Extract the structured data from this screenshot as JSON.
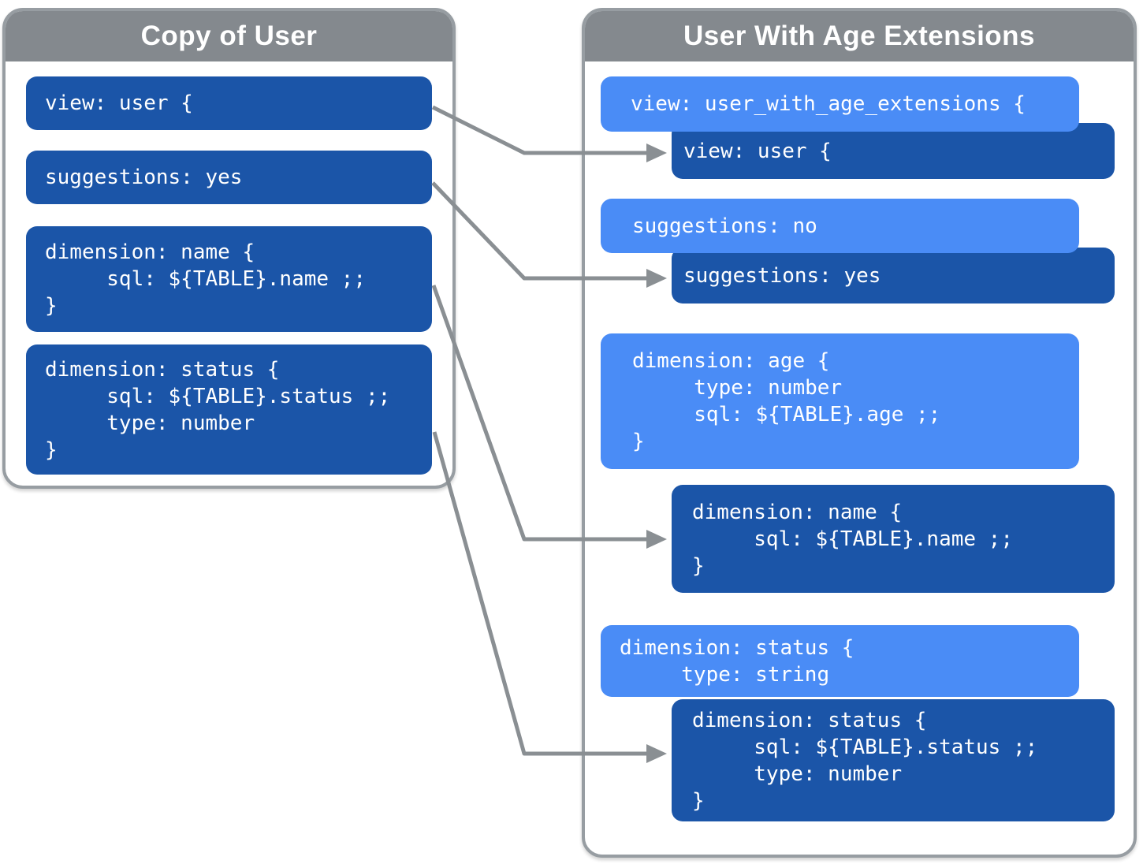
{
  "colors": {
    "dark_block": "#1b55a8",
    "light_block": "#4a8cf6",
    "panel_header": "#84898e",
    "panel_border": "#979da2",
    "arrow": "#8a8f93",
    "code_text": "#ffffff"
  },
  "left_panel": {
    "title": "Copy of User",
    "blocks": [
      {
        "style": "dark",
        "lines": [
          "view: user {"
        ]
      },
      {
        "style": "dark",
        "lines": [
          "suggestions: yes"
        ]
      },
      {
        "style": "dark",
        "lines": [
          "dimension: name {",
          "     sql: ${TABLE}.name ;;",
          "}"
        ]
      },
      {
        "style": "dark",
        "lines": [
          "dimension: status {",
          "     sql: ${TABLE}.status ;;",
          "     type: number",
          "}"
        ]
      }
    ]
  },
  "right_panel": {
    "title": "User With Age Extensions",
    "blocks": [
      {
        "style": "light",
        "lines": [
          "view: user_with_age_extensions {"
        ]
      },
      {
        "style": "dark",
        "lines": [
          "view: user {"
        ]
      },
      {
        "style": "light",
        "lines": [
          "suggestions: no"
        ]
      },
      {
        "style": "dark",
        "lines": [
          "suggestions: yes"
        ]
      },
      {
        "style": "light",
        "lines": [
          "dimension: age {",
          "     type: number",
          "     sql: ${TABLE}.age ;;",
          "}"
        ]
      },
      {
        "style": "dark",
        "lines": [
          "dimension: name {",
          "     sql: ${TABLE}.name ;;",
          "}"
        ]
      },
      {
        "style": "light",
        "lines": [
          "dimension: status {",
          "     type: string"
        ]
      },
      {
        "style": "dark",
        "lines": [
          "dimension: status {",
          "     sql: ${TABLE}.status ;;",
          "     type: number",
          "}"
        ]
      }
    ]
  }
}
